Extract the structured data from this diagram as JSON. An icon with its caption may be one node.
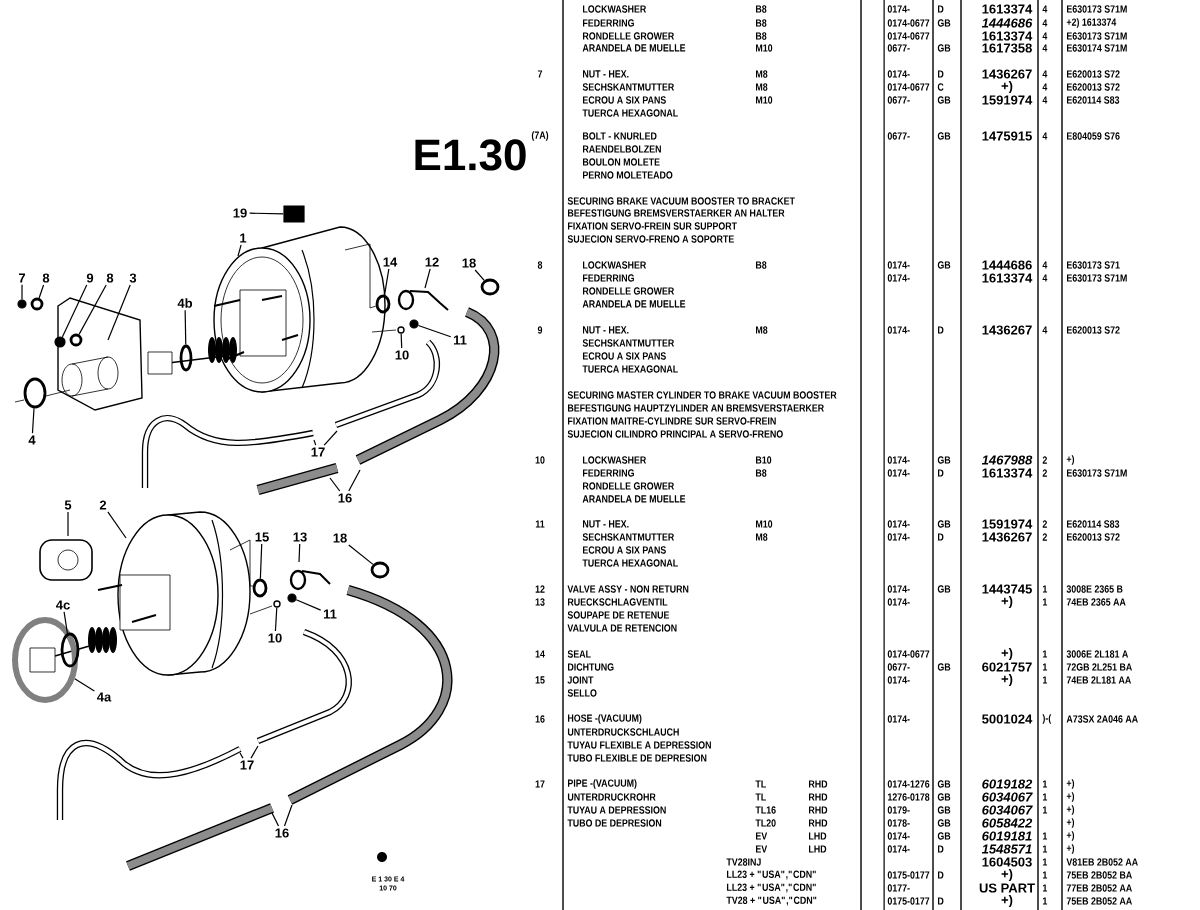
{
  "diagram": {
    "title": "E1.30",
    "nodes": [
      {
        "text": [
          "19"
        ]
      },
      {
        "text": [
          "1"
        ]
      },
      {
        "text": [
          "7"
        ]
      },
      {
        "text": [
          "8"
        ]
      },
      {
        "text": [
          "9"
        ]
      },
      {
        "text": [
          "8"
        ]
      },
      {
        "text": [
          "3"
        ]
      },
      {
        "text": [
          "4b"
        ]
      },
      {
        "text": [
          "14"
        ]
      },
      {
        "text": [
          "12"
        ]
      },
      {
        "text": [
          "18"
        ]
      },
      {
        "text": [
          "10"
        ]
      },
      {
        "text": [
          "11"
        ]
      },
      {
        "text": [
          "4"
        ]
      },
      {
        "text": [
          "17"
        ]
      },
      {
        "text": [
          "16"
        ]
      },
      {
        "text": [
          "5"
        ]
      },
      {
        "text": [
          "2"
        ]
      },
      {
        "text": [
          "15"
        ]
      },
      {
        "text": [
          "13"
        ]
      },
      {
        "text": [
          "18"
        ]
      },
      {
        "text": [
          "4c"
        ]
      },
      {
        "text": [
          "11"
        ]
      },
      {
        "text": [
          "10"
        ]
      },
      {
        "text": [
          "4a"
        ]
      },
      {
        "text": [
          "17"
        ]
      },
      {
        "text": [
          "16"
        ]
      },
      {
        "text": [],
        "shape": "circle"
      },
      {
        "text": [],
        "shape": "circle"
      },
      {
        "text": [],
        "shape": "circle"
      },
      {
        "text": [],
        "shape": "circle"
      },
      {
        "text": [],
        "shape": "circle"
      },
      {
        "text": [],
        "shape": "circle"
      },
      {
        "text": [],
        "shape": "box"
      },
      {
        "text": [],
        "shape": "circle"
      },
      {
        "text": [],
        "shape": "circle"
      },
      {
        "text": [],
        "shape": "circle"
      },
      {
        "text": [],
        "shape": "circle"
      },
      {
        "text": [],
        "shape": "circle"
      },
      {
        "text": [],
        "shape": "circle"
      },
      {
        "text": [],
        "shape": "circle"
      },
      {
        "text": [],
        "shape": "circle"
      },
      {
        "text": [],
        "shape": "circle"
      },
      {
        "text": [],
        "shape": "circle"
      }
    ],
    "edges": [
      {
        "from": 0,
        "to": 33,
        "arrow": "none"
      },
      {
        "from": 1,
        "to": null,
        "arrow": "none"
      },
      {
        "from": 2,
        "to": 27,
        "arrow": "none"
      },
      {
        "from": 3,
        "to": 29,
        "arrow": "none"
      },
      {
        "from": 4,
        "to": 30,
        "arrow": "none"
      },
      {
        "from": 5,
        "to": 31,
        "arrow": "none"
      },
      {
        "from": 6,
        "to": null,
        "arrow": "none"
      },
      {
        "from": 7,
        "to": 32,
        "arrow": "none"
      },
      {
        "from": 8,
        "to": 34,
        "arrow": "none"
      },
      {
        "from": 9,
        "to": null,
        "arrow": "none"
      },
      {
        "from": 10,
        "to": 37,
        "arrow": "none"
      },
      {
        "from": 11,
        "to": 35,
        "arrow": "none"
      },
      {
        "from": 12,
        "to": 36,
        "arrow": "none"
      },
      {
        "from": 13,
        "to": 28,
        "arrow": "none"
      },
      {
        "from": 14,
        "to": null,
        "arrow": "none"
      },
      {
        "from": 14,
        "to": null,
        "arrow": "none"
      },
      {
        "from": 15,
        "to": null,
        "arrow": "none"
      },
      {
        "from": 15,
        "to": null,
        "arrow": "none"
      },
      {
        "from": 16,
        "to": null,
        "arrow": "none"
      },
      {
        "from": 17,
        "to": null,
        "arrow": "none"
      },
      {
        "from": 18,
        "to": 40,
        "arrow": "none"
      },
      {
        "from": 19,
        "to": null,
        "arrow": "none"
      },
      {
        "from": 20,
        "to": 43,
        "arrow": "none"
      },
      {
        "from": 21,
        "to": 39,
        "arrow": "none"
      },
      {
        "from": 22,
        "to": 42,
        "arrow": "none"
      },
      {
        "from": 23,
        "to": 41,
        "arrow": "none"
      },
      {
        "from": 24,
        "to": 38,
        "arrow": "none"
      },
      {
        "from": 25,
        "to": null,
        "arrow": "none"
      },
      {
        "from": 25,
        "to": null,
        "arrow": "none"
      },
      {
        "from": 26,
        "to": null,
        "arrow": "none"
      },
      {
        "from": 26,
        "to": null,
        "arrow": "none"
      }
    ],
    "labels": [
      "LOCKWASHER",
      "B8",
      "0174-",
      "D",
      "1613374",
      "4",
      "E630173 S71M",
      "FEDERRING",
      "B8",
      "0174-0677",
      "GB",
      "1444686",
      "4",
      "+2) 1613374",
      "RONDELLE GROWER",
      "B8",
      "0174-0677",
      "1613374",
      "4",
      "E630173 S71M",
      "ARANDELA DE MUELLE",
      "M10",
      "0677-",
      "GB",
      "1617358",
      "4",
      "E630174 S71M",
      "7",
      "NUT - HEX.",
      "M8",
      "0174-",
      "D",
      "1436267",
      "4",
      "E620013 S72",
      "SECHSKANTMUTTER",
      "M8",
      "0174-0677",
      "C",
      "+)",
      "4",
      "E620013 S72",
      "ECROU A SIX PANS",
      "M10",
      "0677-",
      "GB",
      "1591974",
      "4",
      "E620114 S83",
      "TUERCA HEXAGONAL",
      "(7A)",
      "BOLT - KNURLED",
      "0677-",
      "GB",
      "1475915",
      "4",
      "E804059 S76",
      "RAENDELBOLZEN",
      "BOULON MOLETE",
      "PERNO MOLETEADO",
      "SECURING BRAKE VACUUM BOOSTER TO BRACKET",
      "BEFESTIGUNG BREMSVERSTAERKER AN HALTER",
      "FIXATION SERVO-FREIN SUR SUPPORT",
      "SUJECION SERVO-FRENO A SOPORTE",
      "8",
      "LOCKWASHER",
      "B8",
      "0174-",
      "GB",
      "1444686",
      "4",
      "E630173 S71",
      "FEDERRING",
      "0174-",
      "1613374",
      "4",
      "E630173 S71M",
      "RONDELLE GROWER",
      "ARANDELA DE MUELLE",
      "9",
      "NUT - HEX.",
      "M8",
      "0174-",
      "D",
      "1436267",
      "4",
      "E620013 S72",
      "SECHSKANTMUTTER",
      "ECROU A SIX PANS",
      "TUERCA HEXAGONAL",
      "SECURING MASTER CYLINDER TO BRAKE VACUUM BOOSTER",
      "BEFESTIGUNG HAUPTZYLINDER AN BREMSVERSTAERKER",
      "FIXATION MAITRE-CYLINDRE SUR SERVO-FREIN",
      "SUJECION CILINDRO PRINCIPAL A SERVO-FRENO",
      "10",
      "LOCKWASHER",
      "B10",
      "0174-",
      "GB",
      "1467988",
      "2",
      "+)",
      "FEDERRING",
      "B8",
      "0174-",
      "D",
      "1613374",
      "2",
      "E630173 S71M",
      "RONDELLE GROWER",
      "ARANDELA DE MUELLE",
      "11",
      "NUT - HEX.",
      "M10",
      "0174-",
      "GB",
      "1591974",
      "2",
      "E620114 S83",
      "SECHSKANTMUTTER",
      "M8",
      "0174-",
      "D",
      "1436267",
      "2",
      "E620013 S72",
      "ECROU A SIX PANS",
      "TUERCA HEXAGONAL",
      "12",
      "VALVE ASSY - NON RETURN",
      "0174-",
      "GB",
      "1443745",
      "1",
      "3008E 2365 B",
      "13",
      "RUECKSCHLAGVENTIL",
      "0174-",
      "+)",
      "1",
      "74EB 2365 AA",
      "SOUPAPE DE RETENUE",
      "VALVULA DE RETENCION",
      "14",
      "SEAL",
      "0174-0677",
      "+)",
      "1",
      "3006E 2L181 A",
      "DICHTUNG",
      "0677-",
      "GB",
      "6021757",
      "1",
      "72GB 2L251 BA",
      "15",
      "JOINT",
      "0174-",
      "+)",
      "1",
      "74EB 2L181 AA",
      "SELLO",
      "16",
      "HOSE -(VACUUM)",
      "0174-",
      "5001024",
      ")-(",
      "A73SX 2A046 AA",
      "UNTERDRUCKSCHLAUCH",
      "TUYAU FLEXIBLE A DEPRESSION",
      "TUBO FLEXIBLE DE DEPRESION",
      "17",
      "PIPE -(VACUUM)",
      "TL",
      "RHD",
      "0174-1276",
      "GB",
      "6019182",
      "1",
      "+)",
      "UNTERDRUCKROHR",
      "TL",
      "RHD",
      "1276-0178",
      "GB",
      "6034067",
      "1",
      "+)",
      "TUYAU A DEPRESSION",
      "TL16",
      "RHD",
      "0179-",
      "GB",
      "6034067",
      "1",
      "+)",
      "TUBO DE DEPRESION",
      "TL20",
      "RHD",
      "0178-",
      "GB",
      "6058422",
      "+)",
      "EV",
      "LHD",
      "0174-",
      "GB",
      "6019181",
      "1",
      "+)",
      "EV",
      "LHD",
      "0174-",
      "D",
      "1548571",
      "1",
      "+)",
      "TV28INJ",
      "1604503",
      "1",
      "V81EB 2B052 AA",
      "LL23 + \"USA\",\"CDN\"",
      "0175-0177",
      "D",
      "+)",
      "1",
      "75EB 2B052 BA",
      "LL23 + \"USA\",\"CDN\"",
      "0177-",
      "US PART",
      "1",
      "77EB 2B052 AA",
      "TV28 + \"USA\",\"CDN\"",
      "0175-0177",
      "D",
      "+)",
      "1",
      "75EB 2B052 AA",
      "E 1 30 E 4",
      "10 70"
    ]
  }
}
